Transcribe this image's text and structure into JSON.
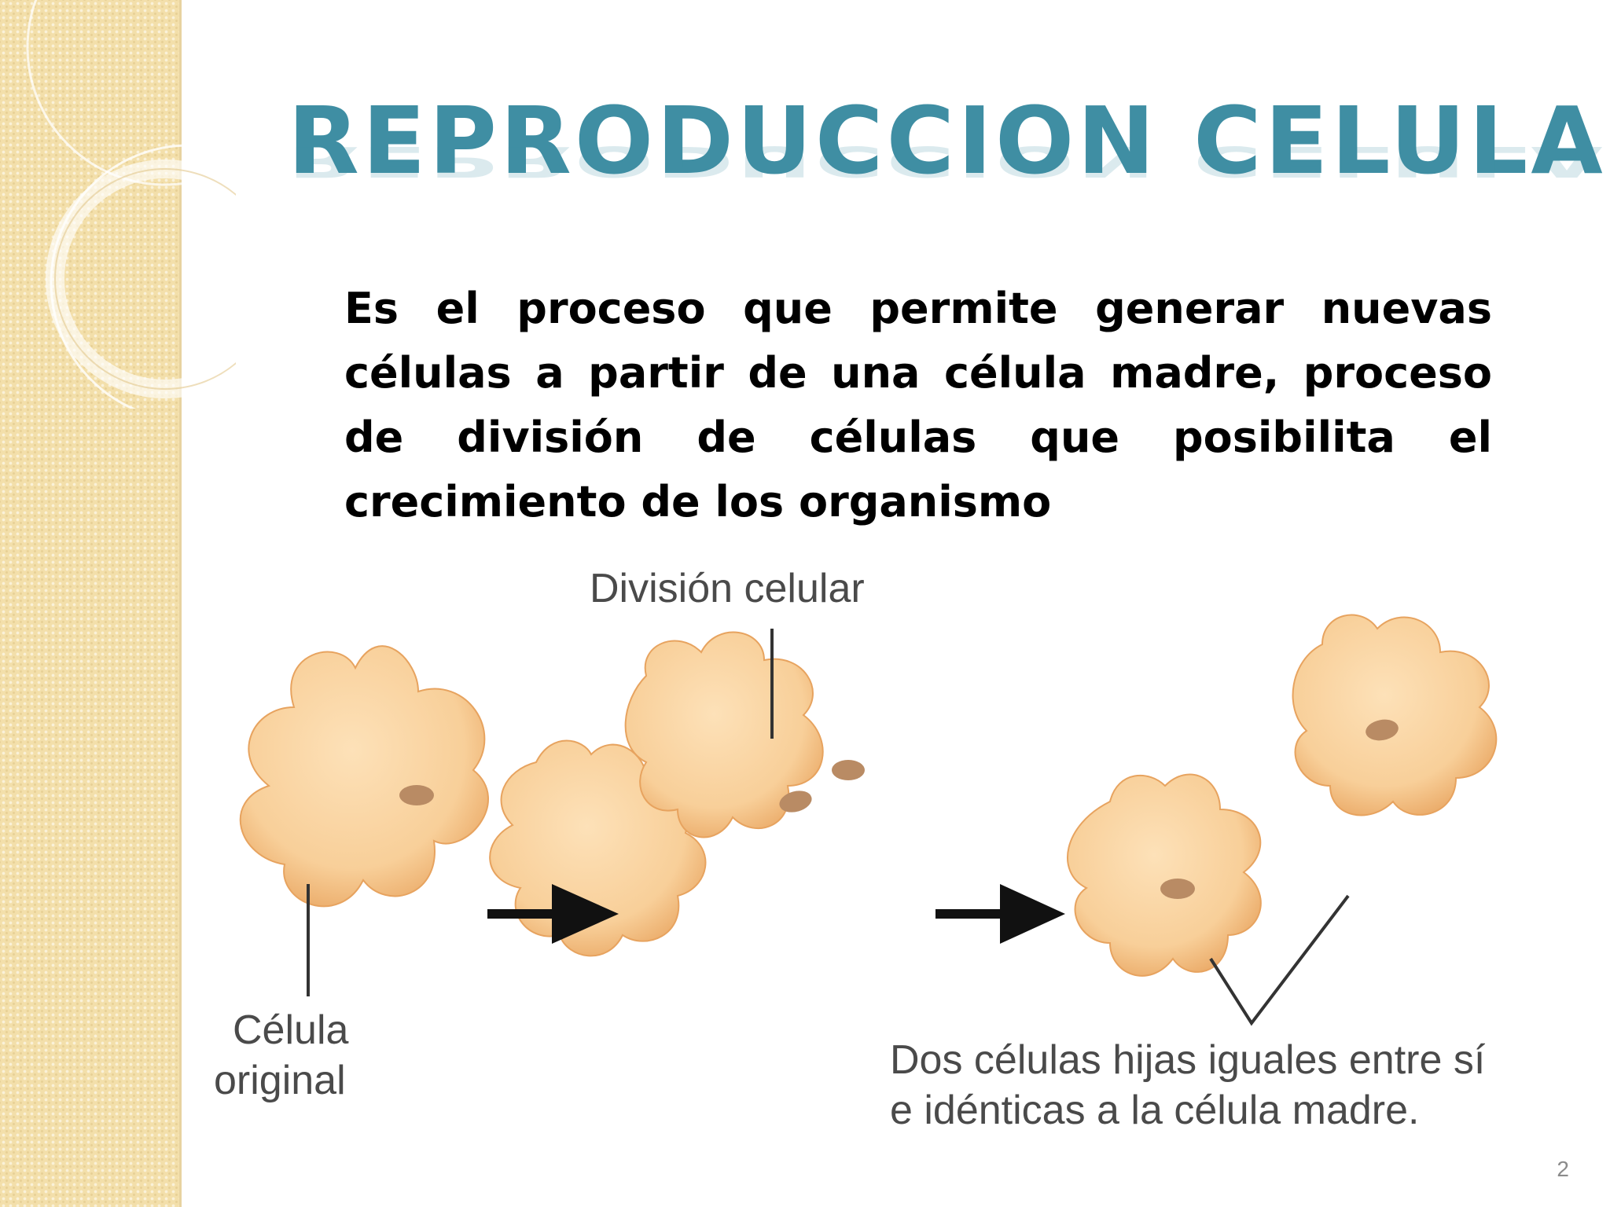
{
  "slide": {
    "title": "REPRODUCCION CELULAR",
    "body": "Es el proceso que permite generar nuevas células a partir de una célula madre, proceso de división de células que posibilita el crecimiento de los organismo",
    "page_number": "2",
    "colors": {
      "title": "#3f8ea3",
      "side_band": "#f3dfaa",
      "cell_fill": "#f6c98e",
      "nucleus": "#b98b64"
    }
  },
  "figure": {
    "label_division": "División celular",
    "label_original_line1": "Célula",
    "label_original_line2": "original",
    "label_daughters_line1": "Dos células hijas iguales entre sí",
    "label_daughters_line2": "e idénticas a la célula madre."
  }
}
